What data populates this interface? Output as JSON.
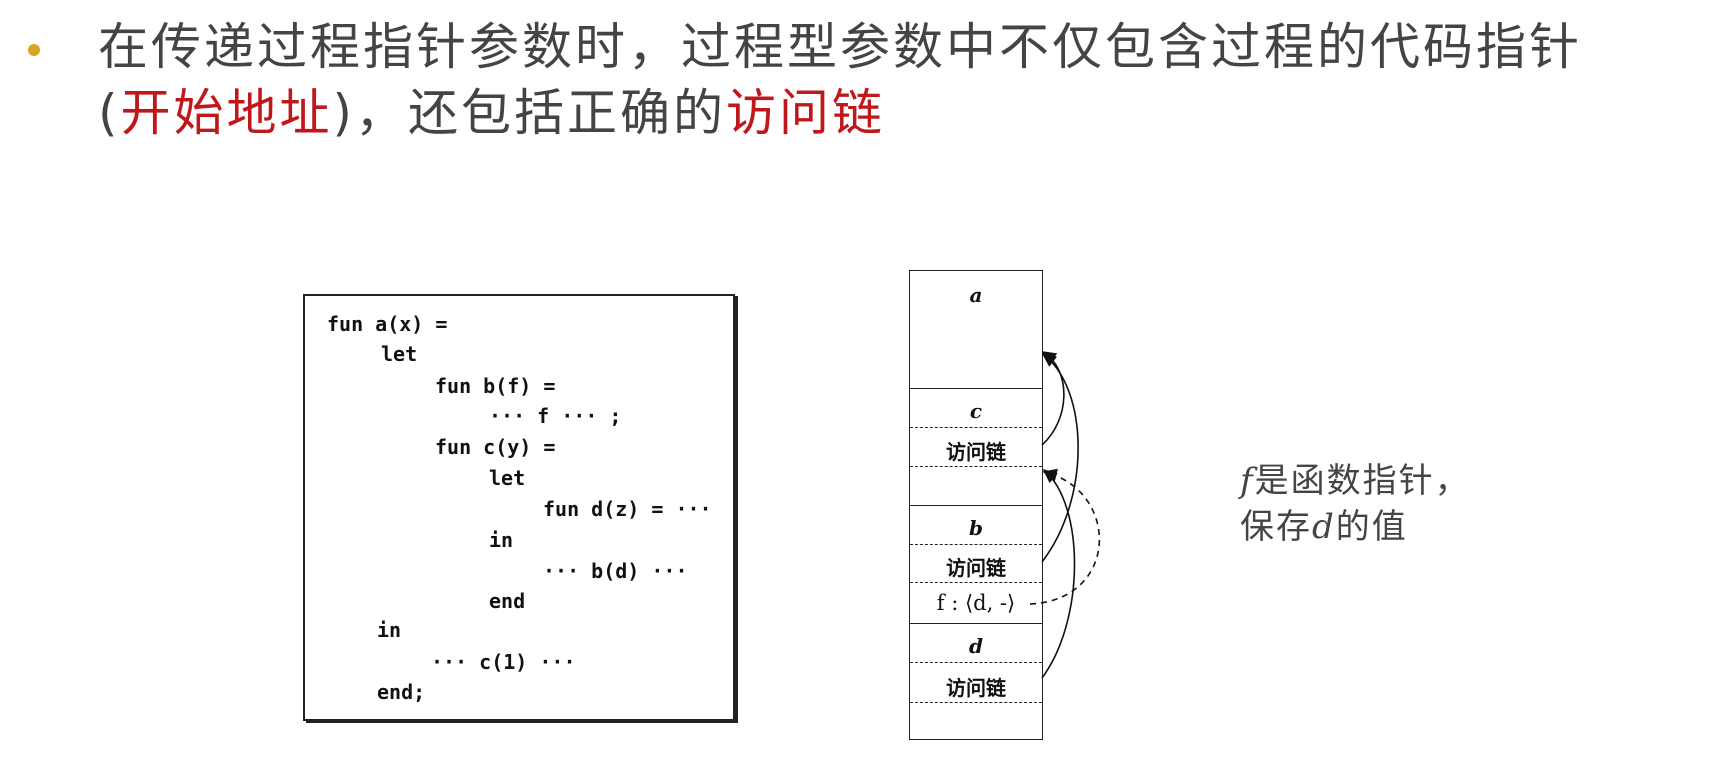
{
  "bullet": {
    "line1": "在传递过程指针参数时，过程型参数中不仅包含过程的代码指针",
    "line2_open": "(",
    "line2_red1": "开始地址",
    "line2_close": ")，还包括正确的",
    "line2_red2": "访问链"
  },
  "code": {
    "lines": [
      "fun a(x) =",
      "let",
      "fun b(f) =",
      "··· f ··· ;",
      "fun c(y) =",
      "let",
      "fun d(z) = ···",
      "in",
      "··· b(d) ···",
      "end",
      "in",
      "··· c(1) ···",
      "end;"
    ]
  },
  "stack": {
    "a_label": "a",
    "c_label": "c",
    "c_access": "访问链",
    "b_label": "b",
    "b_access": "访问链",
    "f_value": "f : ⟨d, -⟩",
    "d_label": "d",
    "d_access": "访问链"
  },
  "note": {
    "line1_var": "f",
    "line1_text": "是函数指针，",
    "line2_pre": "保存",
    "line2_var": "d",
    "line2_post": "的值"
  },
  "colors": {
    "accent_red": "#c0171b",
    "bullet": "#d9a422"
  }
}
